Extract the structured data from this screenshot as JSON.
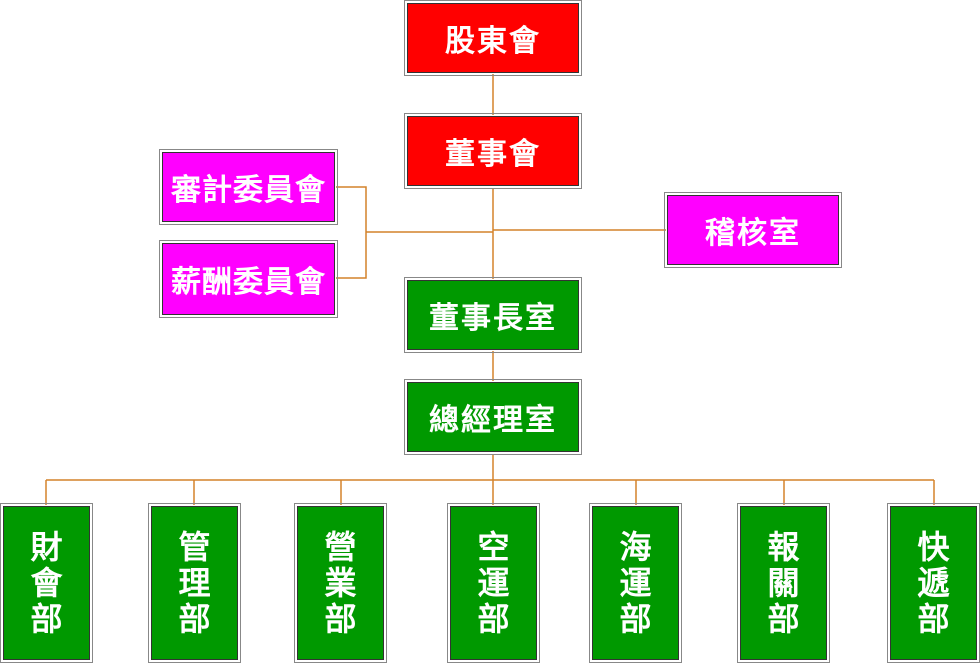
{
  "colors": {
    "board": "#ff0000",
    "committee": "#ff00ff",
    "executive": "#009900",
    "connector": "#d4822a"
  },
  "top": {
    "shareholders": "股東會",
    "board": "董事會"
  },
  "committees": {
    "audit": "審計委員會",
    "compensation": "薪酬委員會"
  },
  "audit_office": "稽核室",
  "executive": {
    "chairman_office": "董事長室",
    "gm_office": "總經理室"
  },
  "departments": [
    {
      "label": [
        "財",
        "會",
        "部"
      ]
    },
    {
      "label": [
        "管",
        "理",
        "部"
      ]
    },
    {
      "label": [
        "營",
        "業",
        "部"
      ]
    },
    {
      "label": [
        "空",
        "運",
        "部"
      ]
    },
    {
      "label": [
        "海",
        "運",
        "部"
      ]
    },
    {
      "label": [
        "報",
        "關",
        "部"
      ]
    },
    {
      "label": [
        "快",
        "遞",
        "部"
      ]
    }
  ]
}
